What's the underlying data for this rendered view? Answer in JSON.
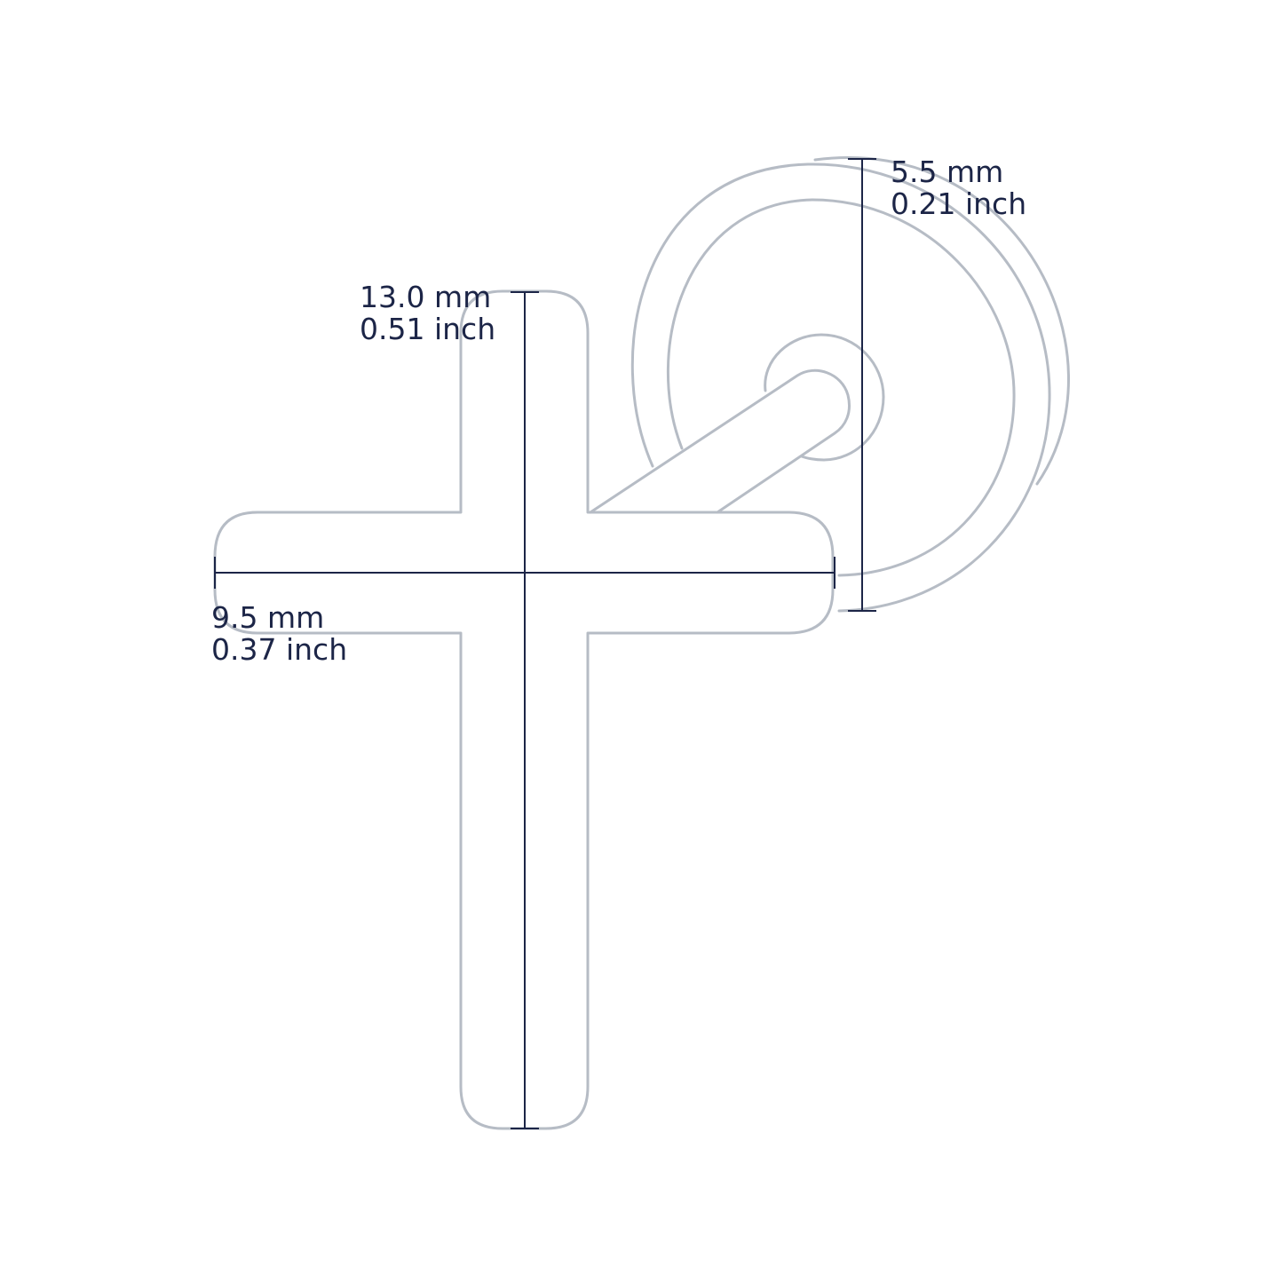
{
  "colors": {
    "outline": "#b6bcc5",
    "dimension": "#1c2547",
    "background": "#ffffff"
  },
  "dimensions": {
    "height": {
      "mm": "13.0 mm",
      "inch": "0.51 inch"
    },
    "width": {
      "mm": "9.5 mm",
      "inch": "0.37 inch"
    },
    "backing": {
      "mm": "5.5 mm",
      "inch": "0.21 inch"
    }
  }
}
